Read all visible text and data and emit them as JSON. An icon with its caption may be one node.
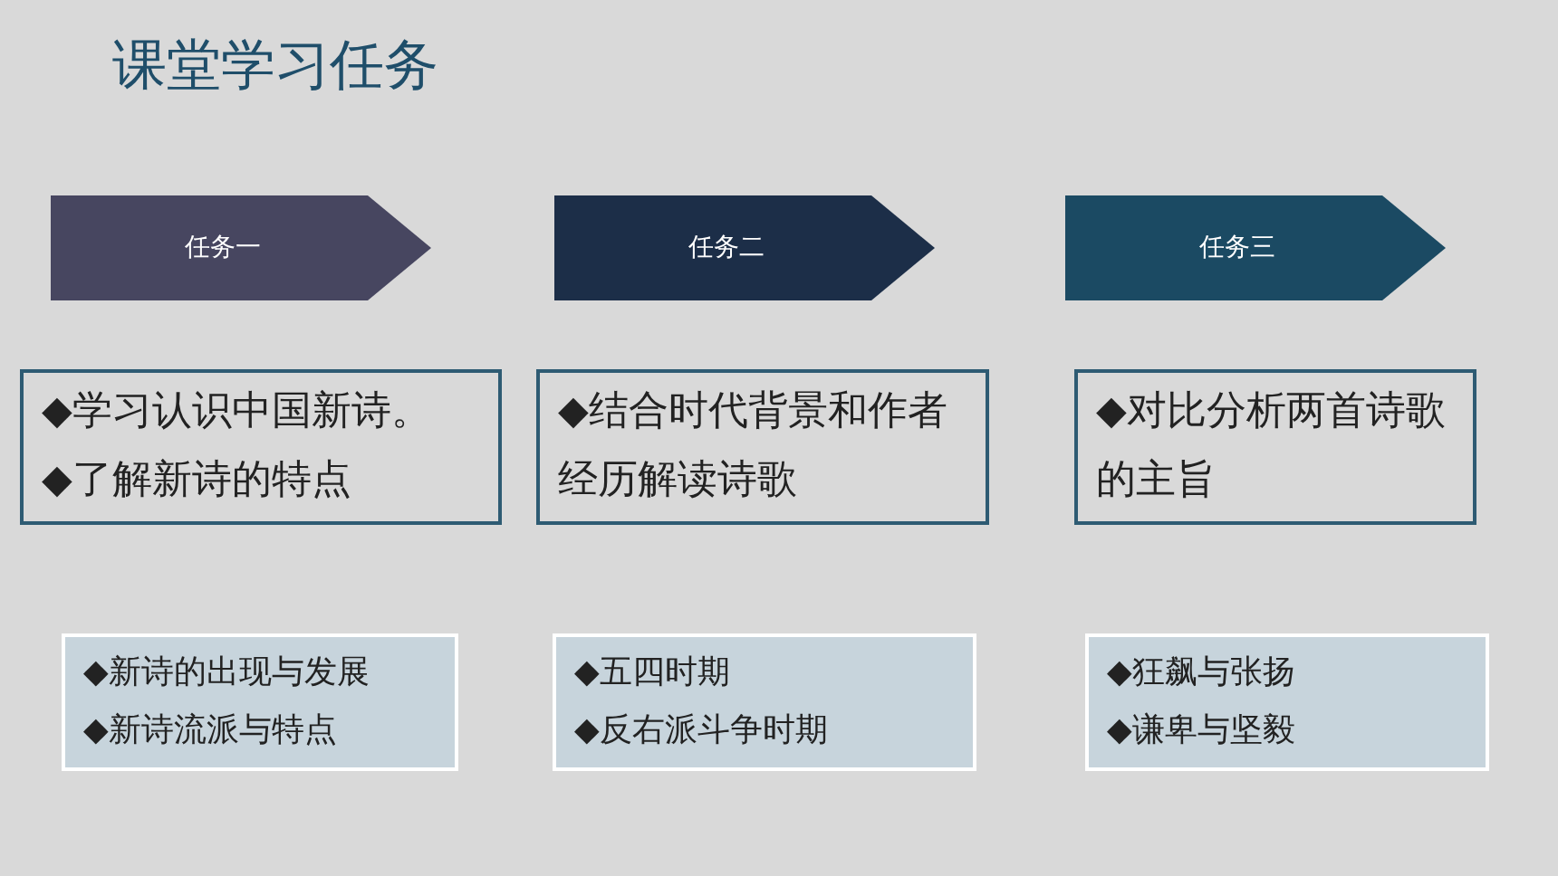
{
  "diagram": {
    "title": "课堂学习任务",
    "nodes": [
      {
        "text": [
          "任务一"
        ]
      },
      {
        "text": [
          "任务二"
        ]
      },
      {
        "text": [
          "任务三"
        ]
      },
      {
        "text": [
          "◆学习认识中国新诗。",
          "◆了解新诗的特点"
        ]
      },
      {
        "text": [
          "◆结合时代背景和作者经历解读诗歌"
        ]
      },
      {
        "text": [
          "◆对比分析两首诗歌的主旨"
        ]
      },
      {
        "text": [
          "◆新诗的出现与发展",
          "◆新诗流派与特点"
        ]
      },
      {
        "text": [
          "◆五四时期",
          "◆反右派斗争时期"
        ]
      },
      {
        "text": [
          "◆狂飙与张扬",
          "◆谦卑与坚毅"
        ]
      }
    ]
  }
}
